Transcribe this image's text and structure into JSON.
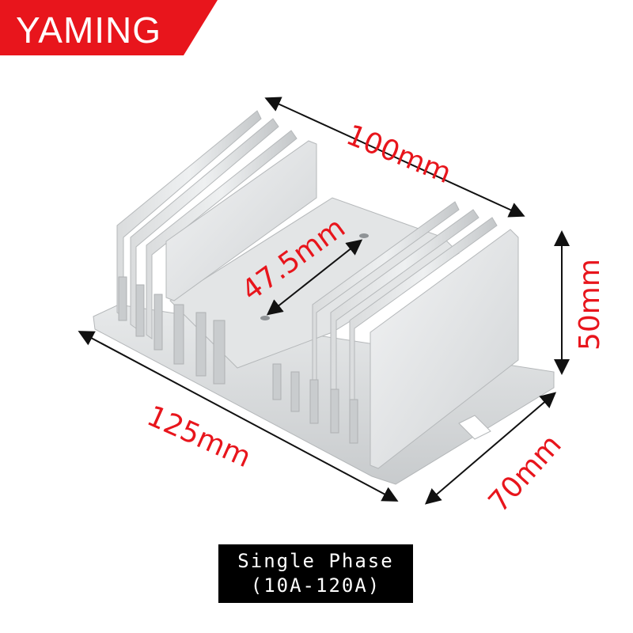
{
  "brand": {
    "name": "YAMING",
    "color": "#e8151c"
  },
  "product": {
    "name": "Heat sink",
    "material_color": "#cfd2d4"
  },
  "dimensions": {
    "width": "100mm",
    "height": "50mm",
    "length": "125mm",
    "depth": "70mm",
    "hole_spacing": "47.5mm"
  },
  "caption": {
    "line1": "Single Phase",
    "line2": "(10A-120A)"
  },
  "colors": {
    "label": "#e8151c",
    "caption_bg": "#000000",
    "caption_text": "#ffffff"
  }
}
